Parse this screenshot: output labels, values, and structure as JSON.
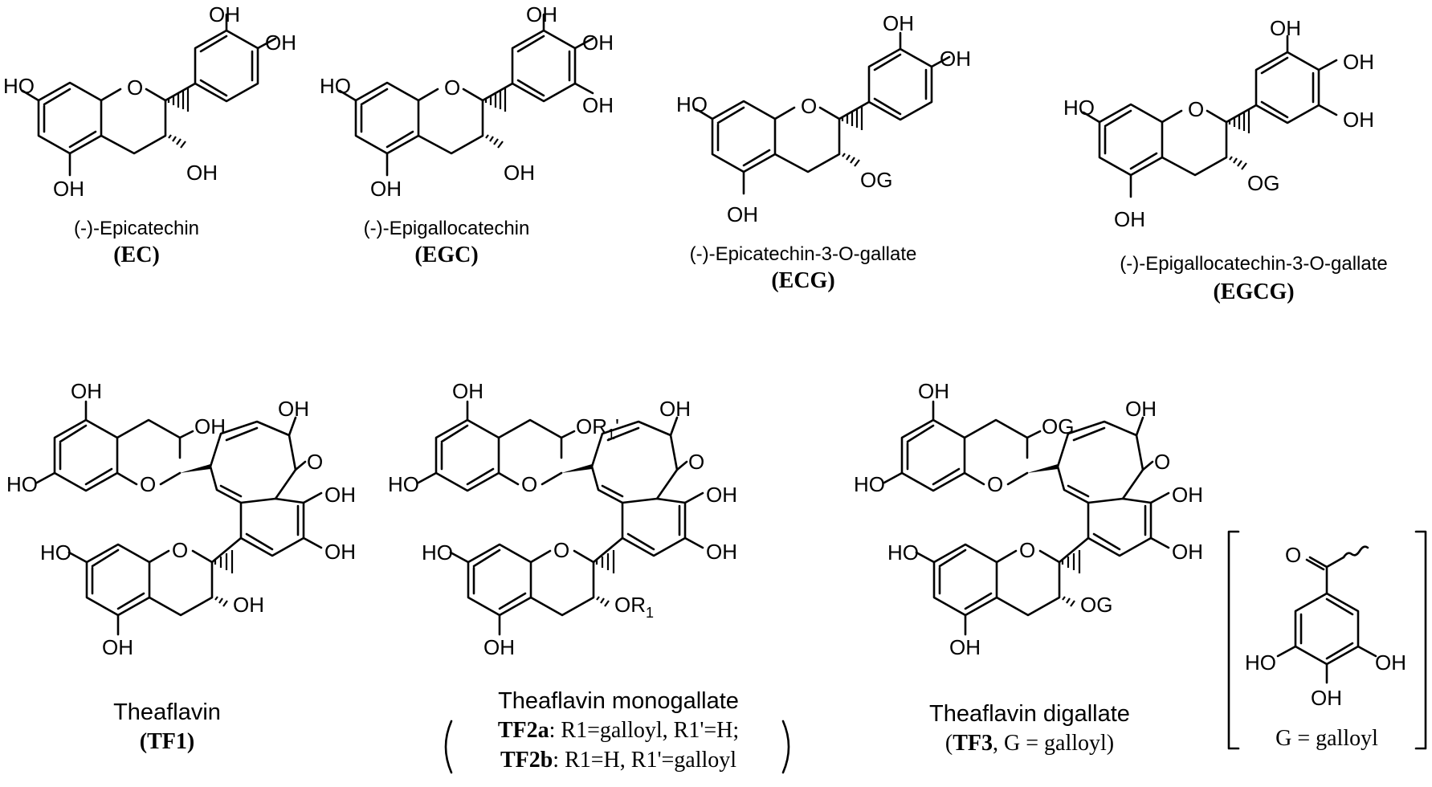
{
  "structures": [
    {
      "id": "ec",
      "name": "(-)-Epicatechin",
      "code": "(EC)",
      "substituents": [
        "OH",
        "OH",
        "HO",
        "O",
        "OH",
        "OH"
      ]
    },
    {
      "id": "egc",
      "name": "(-)-Epigallocatechin",
      "code": "(EGC)",
      "substituents": [
        "OH",
        "OH",
        "OH",
        "HO",
        "O",
        "OH",
        "OH"
      ]
    },
    {
      "id": "ecg",
      "name": "(-)-Epicatechin-3-O-gallate",
      "code": "(ECG)",
      "substituents": [
        "OH",
        "OH",
        "HO",
        "O",
        "OG",
        "OH"
      ]
    },
    {
      "id": "egcg",
      "name": "(-)-Epigallocatechin-3-O-gallate",
      "code": "(EGCG)",
      "substituents": [
        "OH",
        "OH",
        "OH",
        "HO",
        "O",
        "OG",
        "OH"
      ]
    },
    {
      "id": "tf1",
      "name": "Theaflavin",
      "code": "(TF1)",
      "substituents": [
        "OH",
        "OH",
        "OH",
        "O",
        "HO",
        "O",
        "OH",
        "OH",
        "HO",
        "O",
        "OH",
        "OH"
      ]
    },
    {
      "id": "tf2",
      "name": "Theaflavin monogallate",
      "line1_bold": "TF2a",
      "line1_rest": ": R1=galloyl, R1'=H;",
      "line2_bold": "TF2b",
      "line2_rest": ": R1=H, R1'=galloyl",
      "substituents": [
        "OH",
        "OR",
        "1",
        "'",
        "OH",
        "O",
        "HO",
        "O",
        "OH",
        "OH",
        "HO",
        "O",
        "OR",
        "1",
        "OH"
      ]
    },
    {
      "id": "tf3",
      "name": "Theaflavin digallate",
      "code_bold": "TF3",
      "code_rest": ", G = galloyl)",
      "code_open": "(",
      "substituents": [
        "OH",
        "OG",
        "OH",
        "O",
        "HO",
        "O",
        "OH",
        "OH",
        "HO",
        "O",
        "OG",
        "OH"
      ]
    },
    {
      "id": "galloyl",
      "caption": "G = galloyl",
      "substituents": [
        "O",
        "HO",
        "OH",
        "OH"
      ]
    }
  ]
}
